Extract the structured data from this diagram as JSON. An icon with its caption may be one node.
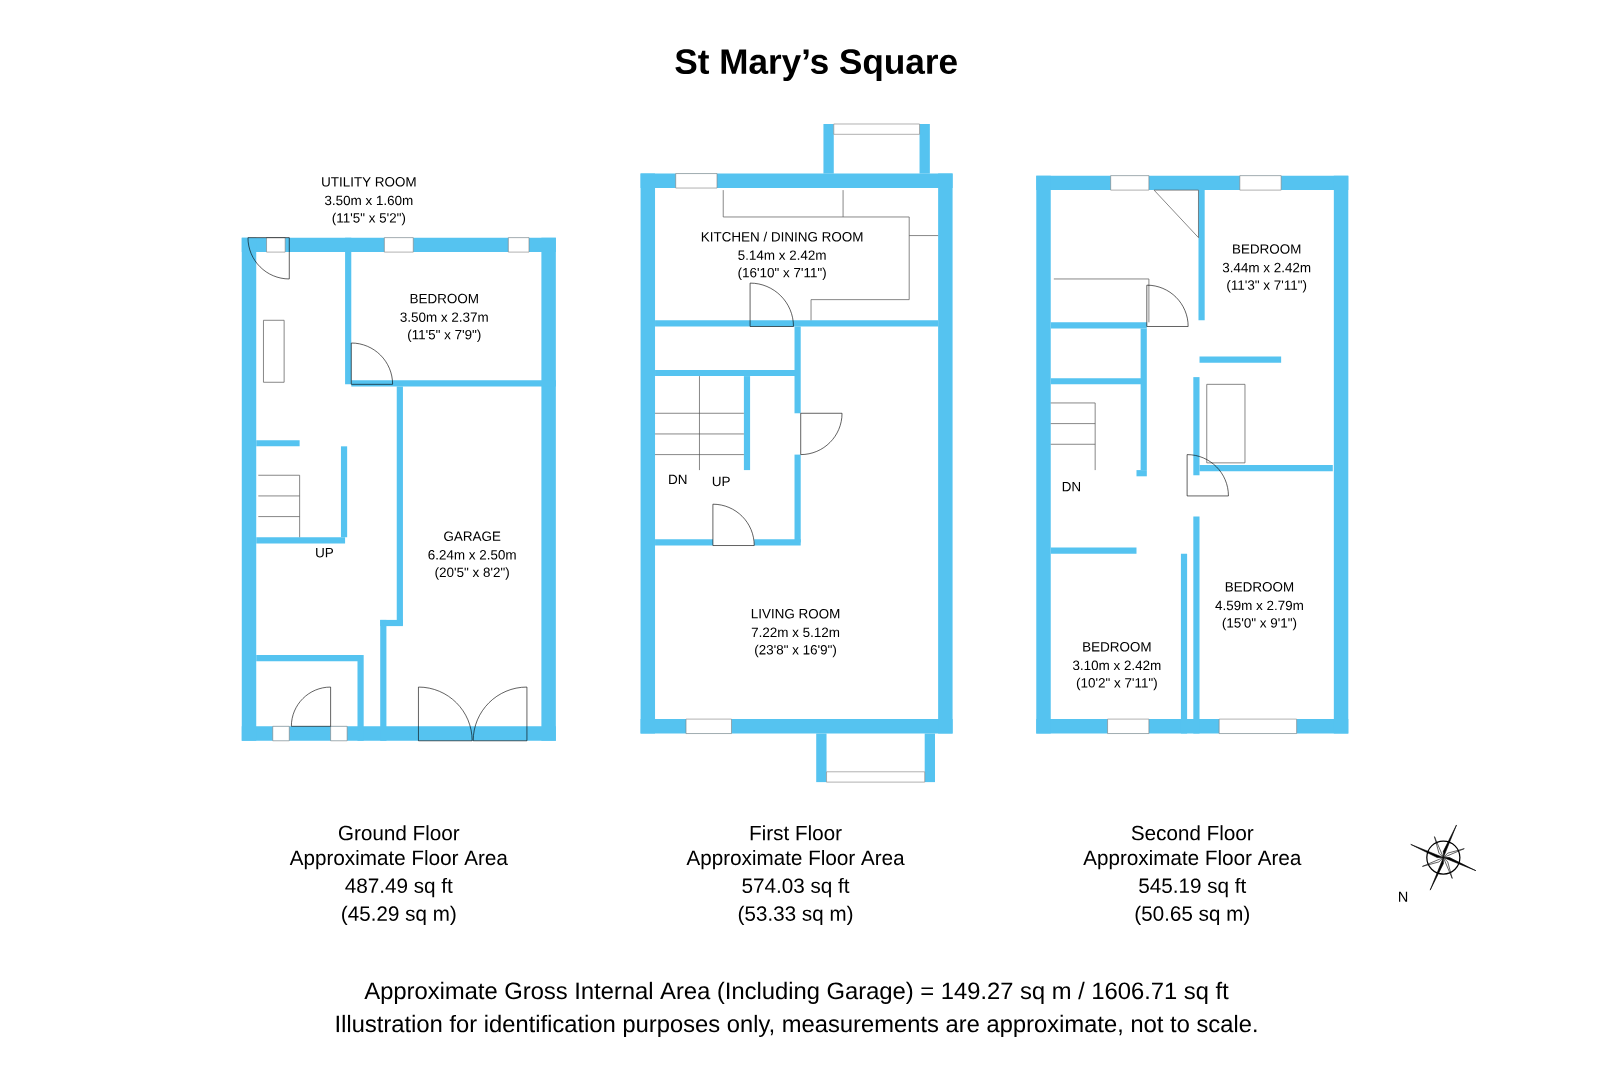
{
  "diagram": {
    "title": "St Mary’s Square",
    "labels": [
      "UTILITY ROOM",
      "3.50m x 1.60m",
      "(11'5\" x 5'2\")",
      "BEDROOM",
      "3.50m x 2.37m",
      "(11'5\" x 7'9\")",
      "GARAGE",
      "6.24m x 2.50m",
      "(20'5\" x 8'2\")",
      "UP",
      "KITCHEN / DINING ROOM",
      "5.14m x 2.42m",
      "(16'10\" x 7'11\")",
      "DN",
      "UP",
      "LIVING ROOM",
      "7.22m x 5.12m",
      "(23'8\" x 16'9\")",
      "BEDROOM",
      "3.44m x 2.42m",
      "(11'3\" x 7'11\")",
      "DN",
      "BEDROOM",
      "4.59m x 2.79m",
      "(15'0\" x 9'1\")",
      "BEDROOM",
      "3.10m x 2.42m",
      "(10'2\" x 7'11\")",
      "Ground Floor",
      "Approximate Floor Area",
      "487.49 sq ft",
      "(45.29 sq m)",
      "First Floor",
      "Approximate Floor Area",
      "574.03 sq ft",
      "(53.33 sq m)",
      "Second Floor",
      "Approximate Floor Area",
      "545.19 sq ft",
      "(50.65 sq m)",
      "N",
      "Approximate Gross Internal Area (Including Garage) = 149.27 sq m / 1606.71 sq ft",
      "Illustration for identification purposes only, measurements are approximate, not to scale."
    ]
  }
}
